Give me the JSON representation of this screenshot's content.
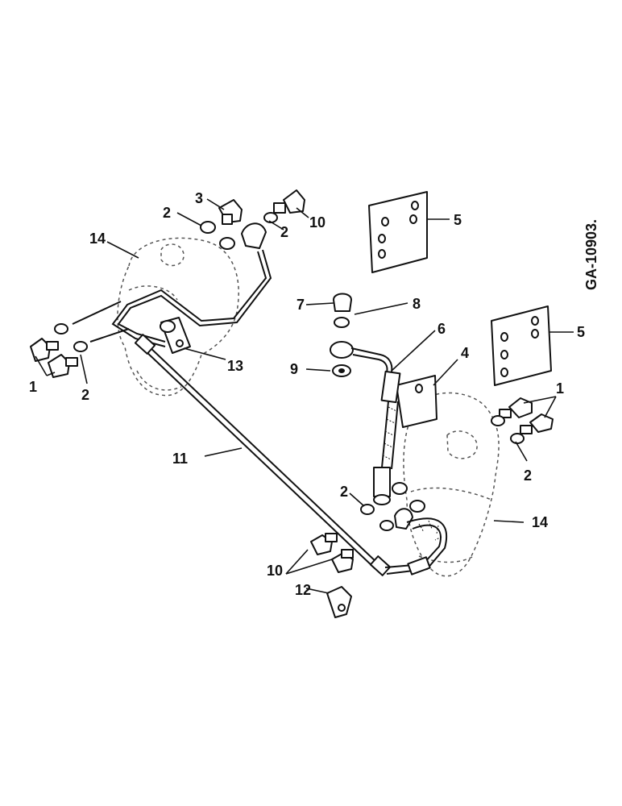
{
  "figure_ref": "GA-10903.",
  "callouts": {
    "c1a": "1",
    "c1b": "1",
    "c2a": "2",
    "c2b": "2",
    "c2c": "2",
    "c2d": "2",
    "c2e": "2",
    "c3": "3",
    "c4": "4",
    "c5a": "5",
    "c5b": "5",
    "c6": "6",
    "c7": "7",
    "c8": "8",
    "c9": "9",
    "c10a": "10",
    "c10b": "10",
    "c11": "11",
    "c12": "12",
    "c13": "13",
    "c14a": "14",
    "c14b": "14"
  },
  "colors": {
    "ink": "#111111",
    "paper": "#ffffff",
    "phantom": "#555555"
  }
}
